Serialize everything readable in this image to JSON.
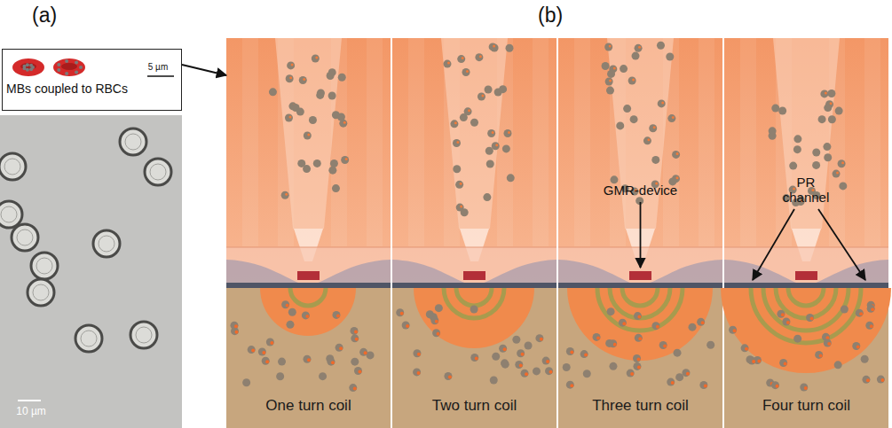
{
  "diagram": {
    "nodes": [
      {
        "text": [
          "MBs coupled to RBCs",
          "5 µm"
        ]
      },
      {
        "text": [
          "10 µm"
        ]
      },
      {
        "text": [
          "One turn coil"
        ]
      },
      {
        "text": [
          "Two turn coil"
        ]
      },
      {
        "text": [
          "GMR-device",
          "Three turn coil"
        ]
      },
      {
        "text": [
          "PR channel",
          "Four turn coil"
        ]
      }
    ],
    "edges": [
      {
        "from": 0,
        "to": 2,
        "arrow": "to"
      }
    ],
    "labels": [
      "(a)",
      "(b)"
    ]
  }
}
